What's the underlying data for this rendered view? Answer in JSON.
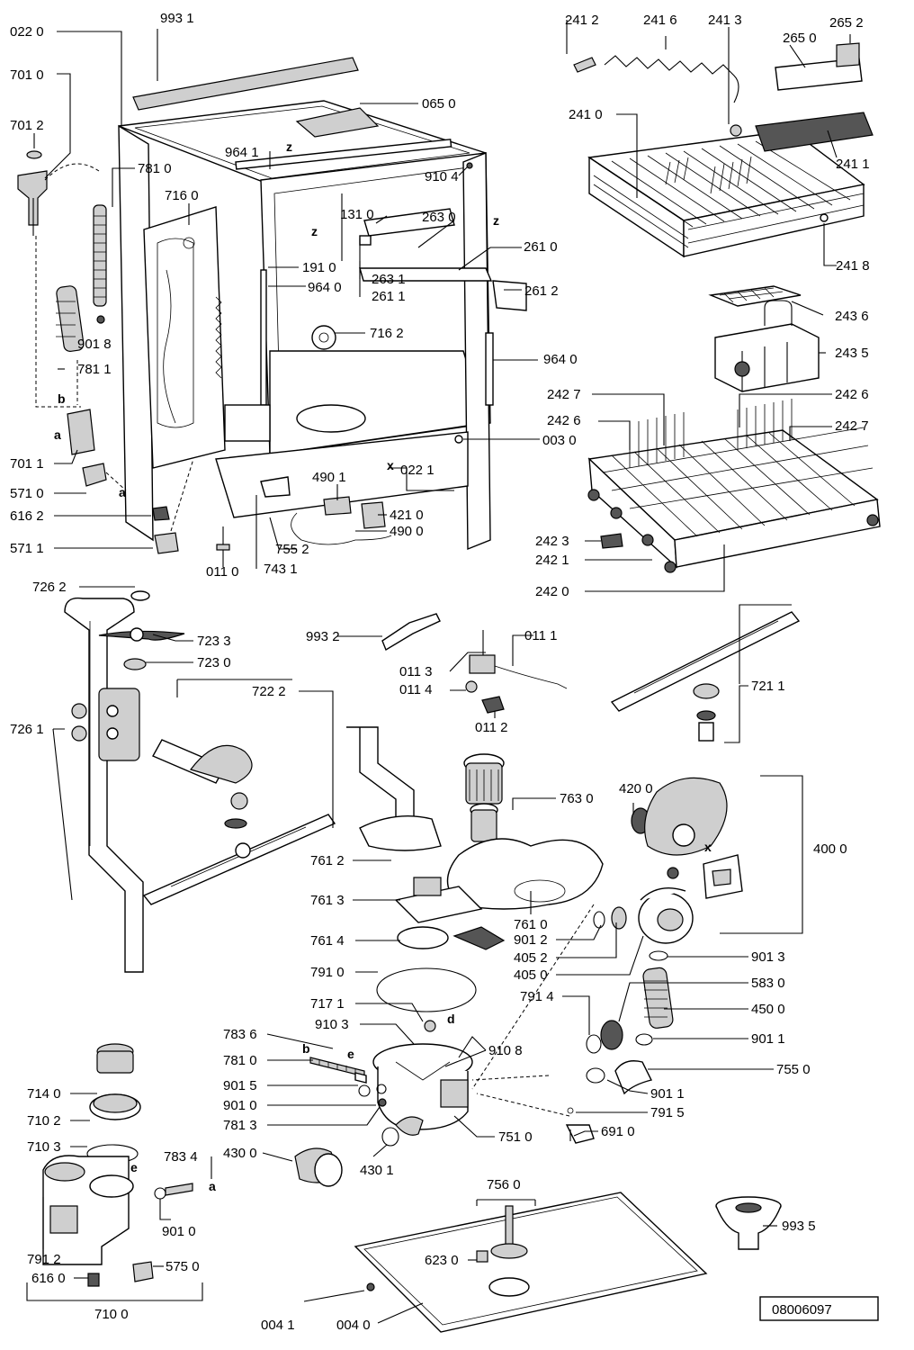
{
  "labels": [
    {
      "t": "022 0"
    },
    {
      "t": "993 1"
    },
    {
      "t": "701 0"
    },
    {
      "t": "701 2"
    },
    {
      "t": "781 0"
    },
    {
      "t": "716 0"
    },
    {
      "t": "964 1"
    },
    {
      "t": "065 0"
    },
    {
      "t": "910 4"
    },
    {
      "t": "131 0"
    },
    {
      "t": "263 0"
    },
    {
      "t": "261 0"
    },
    {
      "t": "191 0"
    },
    {
      "t": "263 1"
    },
    {
      "t": "964 0"
    },
    {
      "t": "261 1"
    },
    {
      "t": "261 2"
    },
    {
      "t": "901 8"
    },
    {
      "t": "716 2"
    },
    {
      "t": "781 1"
    },
    {
      "t": "964 0"
    },
    {
      "t": "003 0"
    },
    {
      "t": "701 1"
    },
    {
      "t": "022 1"
    },
    {
      "t": "490 1"
    },
    {
      "t": "571 0"
    },
    {
      "t": "421 0"
    },
    {
      "t": "616 2"
    },
    {
      "t": "490 0"
    },
    {
      "t": "755 2"
    },
    {
      "t": "571 1"
    },
    {
      "t": "011 0"
    },
    {
      "t": "743 1"
    },
    {
      "t": "241 2"
    },
    {
      "t": "241 6"
    },
    {
      "t": "241 3"
    },
    {
      "t": "265 2"
    },
    {
      "t": "265 0"
    },
    {
      "t": "241 0"
    },
    {
      "t": "241 1"
    },
    {
      "t": "241 8"
    },
    {
      "t": "243 6"
    },
    {
      "t": "243 5"
    },
    {
      "t": "242 7"
    },
    {
      "t": "242 6"
    },
    {
      "t": "242 6"
    },
    {
      "t": "242 7"
    },
    {
      "t": "242 3"
    },
    {
      "t": "242 1"
    },
    {
      "t": "242 0"
    },
    {
      "t": "726 2"
    },
    {
      "t": "723 3"
    },
    {
      "t": "723 0"
    },
    {
      "t": "993 2"
    },
    {
      "t": "011 1"
    },
    {
      "t": "011 3"
    },
    {
      "t": "011 4"
    },
    {
      "t": "011 2"
    },
    {
      "t": "722 2"
    },
    {
      "t": "726 1"
    },
    {
      "t": "721 1"
    },
    {
      "t": "763 0"
    },
    {
      "t": "420 0"
    },
    {
      "t": "400 0"
    },
    {
      "t": "761 2"
    },
    {
      "t": "761 3"
    },
    {
      "t": "761 0"
    },
    {
      "t": "901 2"
    },
    {
      "t": "405 2"
    },
    {
      "t": "405 0"
    },
    {
      "t": "761 4"
    },
    {
      "t": "901 3"
    },
    {
      "t": "791 0"
    },
    {
      "t": "583 0"
    },
    {
      "t": "717 1"
    },
    {
      "t": "791 4"
    },
    {
      "t": "450 0"
    },
    {
      "t": "910 3"
    },
    {
      "t": "783 6"
    },
    {
      "t": "910 8"
    },
    {
      "t": "901 1"
    },
    {
      "t": "781 0"
    },
    {
      "t": "755 0"
    },
    {
      "t": "901 5"
    },
    {
      "t": "901 1"
    },
    {
      "t": "901 0"
    },
    {
      "t": "791 5"
    },
    {
      "t": "781 3"
    },
    {
      "t": "751 0"
    },
    {
      "t": "691 0"
    },
    {
      "t": "714 0"
    },
    {
      "t": "710 2"
    },
    {
      "t": "430 0"
    },
    {
      "t": "430 1"
    },
    {
      "t": "710 3"
    },
    {
      "t": "783 4"
    },
    {
      "t": "901 0"
    },
    {
      "t": "791 2"
    },
    {
      "t": "575 0"
    },
    {
      "t": "616 0"
    },
    {
      "t": "710 0"
    },
    {
      "t": "756 0"
    },
    {
      "t": "623 0"
    },
    {
      "t": "993 5"
    },
    {
      "t": "004 1"
    },
    {
      "t": "004 0"
    }
  ],
  "markers": [
    {
      "t": "z"
    },
    {
      "t": "z"
    },
    {
      "t": "z"
    },
    {
      "t": "x"
    },
    {
      "t": "x"
    },
    {
      "t": "a"
    },
    {
      "t": "b"
    },
    {
      "t": "a"
    },
    {
      "t": "b"
    },
    {
      "t": "e"
    },
    {
      "t": "d"
    },
    {
      "t": "e"
    },
    {
      "t": "a"
    }
  ],
  "drawing_number": "08006097"
}
